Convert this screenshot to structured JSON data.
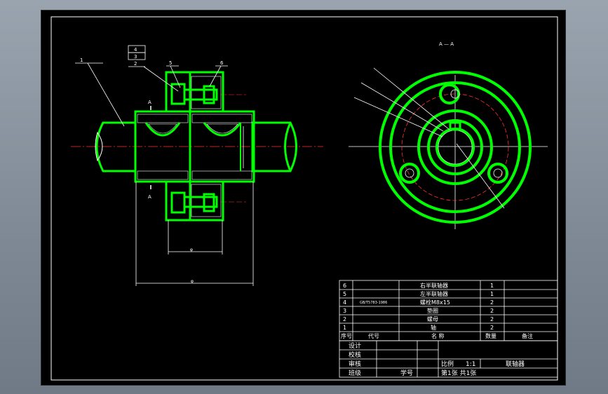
{
  "colors": {
    "background": "#808b97",
    "paper": "#000000",
    "part": "#00ff00",
    "line": "#ffffff",
    "centerline": "#ff3030"
  },
  "section_label": "A — A",
  "section_marks": [
    "A",
    "A"
  ],
  "balloons": [
    "1",
    "2",
    "3",
    "4",
    "5",
    "6"
  ],
  "dims": {
    "inner": "φ",
    "outer": "φ"
  },
  "bom": {
    "rows": [
      {
        "no": "6",
        "code": "",
        "name": "右半联轴器",
        "qty": "1",
        "remark": ""
      },
      {
        "no": "5",
        "code": "",
        "name": "左半联轴器",
        "qty": "1",
        "remark": ""
      },
      {
        "no": "4",
        "code": "GB/T5783-1986",
        "name": "螺栓M8x15",
        "qty": "2",
        "remark": ""
      },
      {
        "no": "3",
        "code": "",
        "name": "垫圈",
        "qty": "2",
        "remark": ""
      },
      {
        "no": "2",
        "code": "",
        "name": "螺母",
        "qty": "2",
        "remark": ""
      },
      {
        "no": "1",
        "code": "",
        "name": "轴",
        "qty": "2",
        "remark": ""
      }
    ],
    "header": {
      "no": "序号",
      "code": "代号",
      "name": "名 称",
      "qty": "数量",
      "remark": "备注"
    }
  },
  "title_block": {
    "roles": [
      "设计",
      "校核",
      "审核",
      "班级"
    ],
    "student_no_label": "学号",
    "scale_label": "比例",
    "scale_value": "1:1",
    "sheet_info": "第1张  共1张",
    "drawing_name": "联轴器"
  }
}
